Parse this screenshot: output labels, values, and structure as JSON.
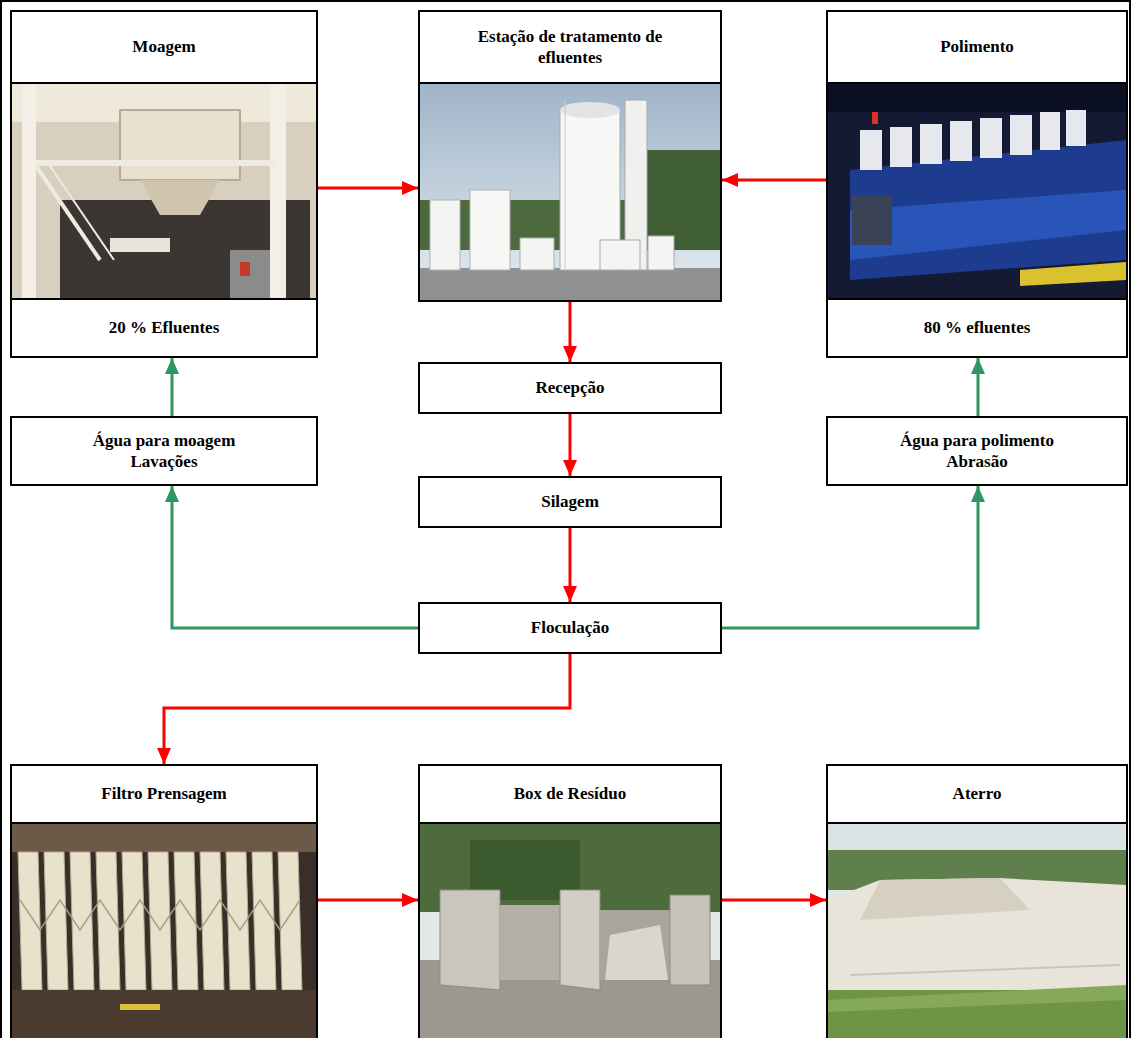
{
  "diagram": {
    "nodes": [
      {
        "text": [
          "Moagem",
          "20 % Efluentes"
        ]
      },
      {
        "text": [
          "Estação de tratamento de efluentes"
        ]
      },
      {
        "text": [
          "Polimento",
          "80 % efluentes"
        ]
      },
      {
        "text": [
          "Recepção"
        ]
      },
      {
        "text": [
          "Água para moagem Lavações"
        ]
      },
      {
        "text": [
          "Água para polimento Abrasão"
        ]
      },
      {
        "text": [
          "Silagem"
        ]
      },
      {
        "text": [
          "Floculação"
        ]
      },
      {
        "text": [
          "Filtro Prensagem"
        ]
      },
      {
        "text": [
          "Box de Resíduo"
        ]
      },
      {
        "text": [
          "Aterro"
        ]
      }
    ],
    "edges": [
      {
        "from": 0,
        "to": 1,
        "arrow": "to"
      },
      {
        "from": 2,
        "to": 1,
        "arrow": "to"
      },
      {
        "from": 1,
        "to": 3,
        "arrow": "to"
      },
      {
        "from": 3,
        "to": 6,
        "arrow": "to"
      },
      {
        "from": 6,
        "to": 7,
        "arrow": "to"
      },
      {
        "from": 7,
        "to": 4,
        "arrow": "to"
      },
      {
        "from": 4,
        "to": 0,
        "arrow": "to"
      },
      {
        "from": 7,
        "to": 5,
        "arrow": "to"
      },
      {
        "from": 5,
        "to": 2,
        "arrow": "to"
      },
      {
        "from": 7,
        "to": 8,
        "arrow": "to"
      },
      {
        "from": 8,
        "to": 9,
        "arrow": "to"
      },
      {
        "from": 9,
        "to": 10,
        "arrow": "to"
      }
    ]
  }
}
